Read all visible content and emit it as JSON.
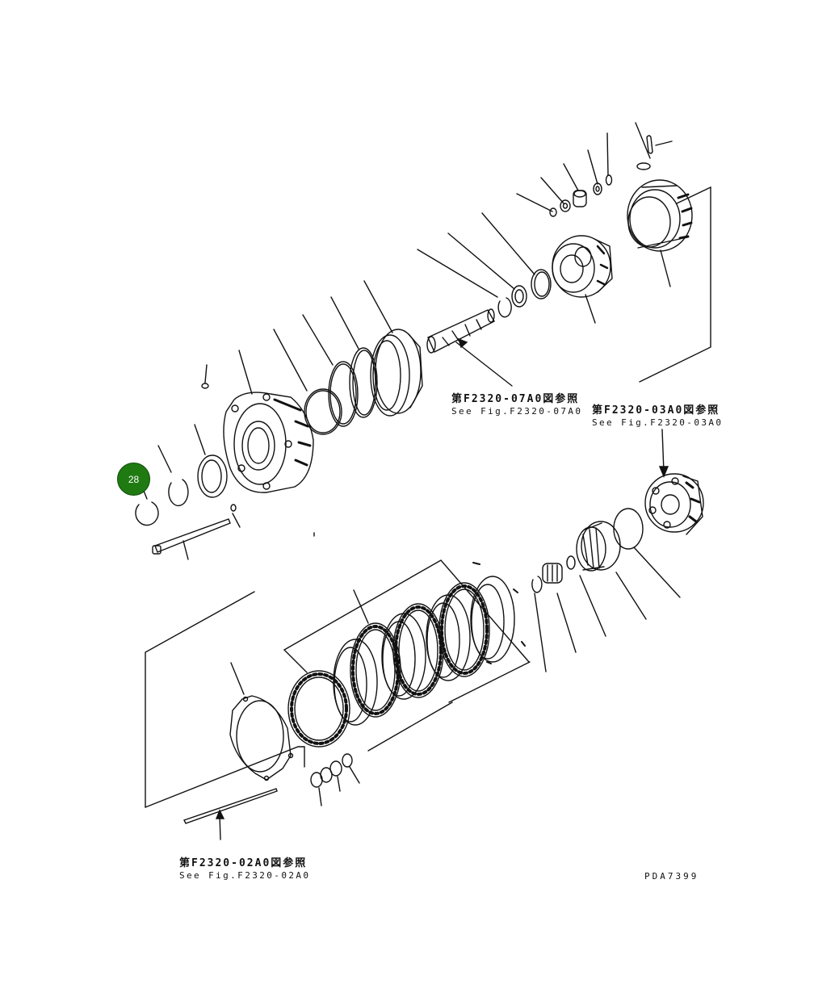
{
  "references": {
    "fig_07": {
      "jp": "第F2320-07A0図参照",
      "en": "See Fig.F2320-07A0"
    },
    "fig_03": {
      "jp": "第F2320-03A0図参照",
      "en": "See Fig.F2320-03A0"
    },
    "fig_02": {
      "jp": "第F2320-02A0図参照",
      "en": "See Fig.F2320-02A0"
    }
  },
  "drawing_code": "PDA7399",
  "callout": {
    "number": "28",
    "color": "#1f7a12"
  }
}
